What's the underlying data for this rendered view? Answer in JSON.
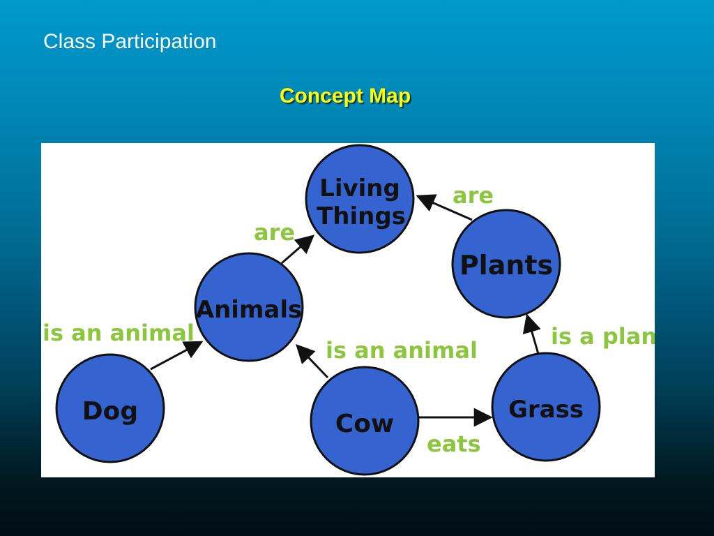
{
  "slide": {
    "title": "Class Participation",
    "subtitle": "Concept Map"
  },
  "nodes": {
    "living_things": {
      "line1": "Living",
      "line2": "Things"
    },
    "plants": {
      "label": "Plants"
    },
    "animals": {
      "label": "Animals"
    },
    "dog": {
      "label": "Dog"
    },
    "cow": {
      "label": "Cow"
    },
    "grass": {
      "label": "Grass"
    }
  },
  "edges": {
    "animals_living": "are",
    "plants_living": "are",
    "dog_animals": "is an animal",
    "cow_animals": "is an animal",
    "grass_plants": "is a plant",
    "cow_grass": "eats"
  },
  "colors": {
    "node_fill": "#3563d0",
    "edge_label": "#8cc63f",
    "subtitle": "#ffff00"
  }
}
